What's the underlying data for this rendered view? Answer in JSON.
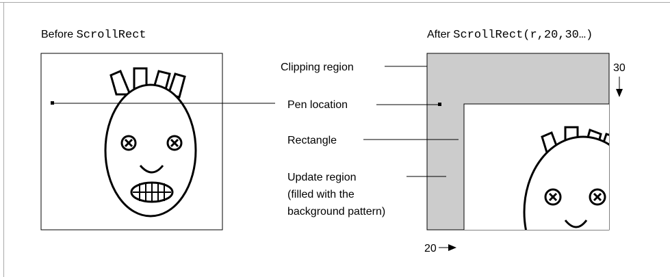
{
  "before": {
    "prefix": "Before",
    "code": "ScrollRect"
  },
  "after": {
    "prefix": "After",
    "code": "ScrollRect(r,20,30…)"
  },
  "callouts": {
    "clipping": "Clipping region",
    "pen": "Pen location",
    "rectangle": "Rectangle",
    "update_line1": "Update region",
    "update_line2": "(filled with the",
    "update_line3": "background pattern)"
  },
  "offsets": {
    "dv": "30",
    "dh": "20"
  },
  "colors": {
    "update_fill": "#cccccc",
    "stroke": "#000000",
    "frame": "#a8a8a8"
  }
}
